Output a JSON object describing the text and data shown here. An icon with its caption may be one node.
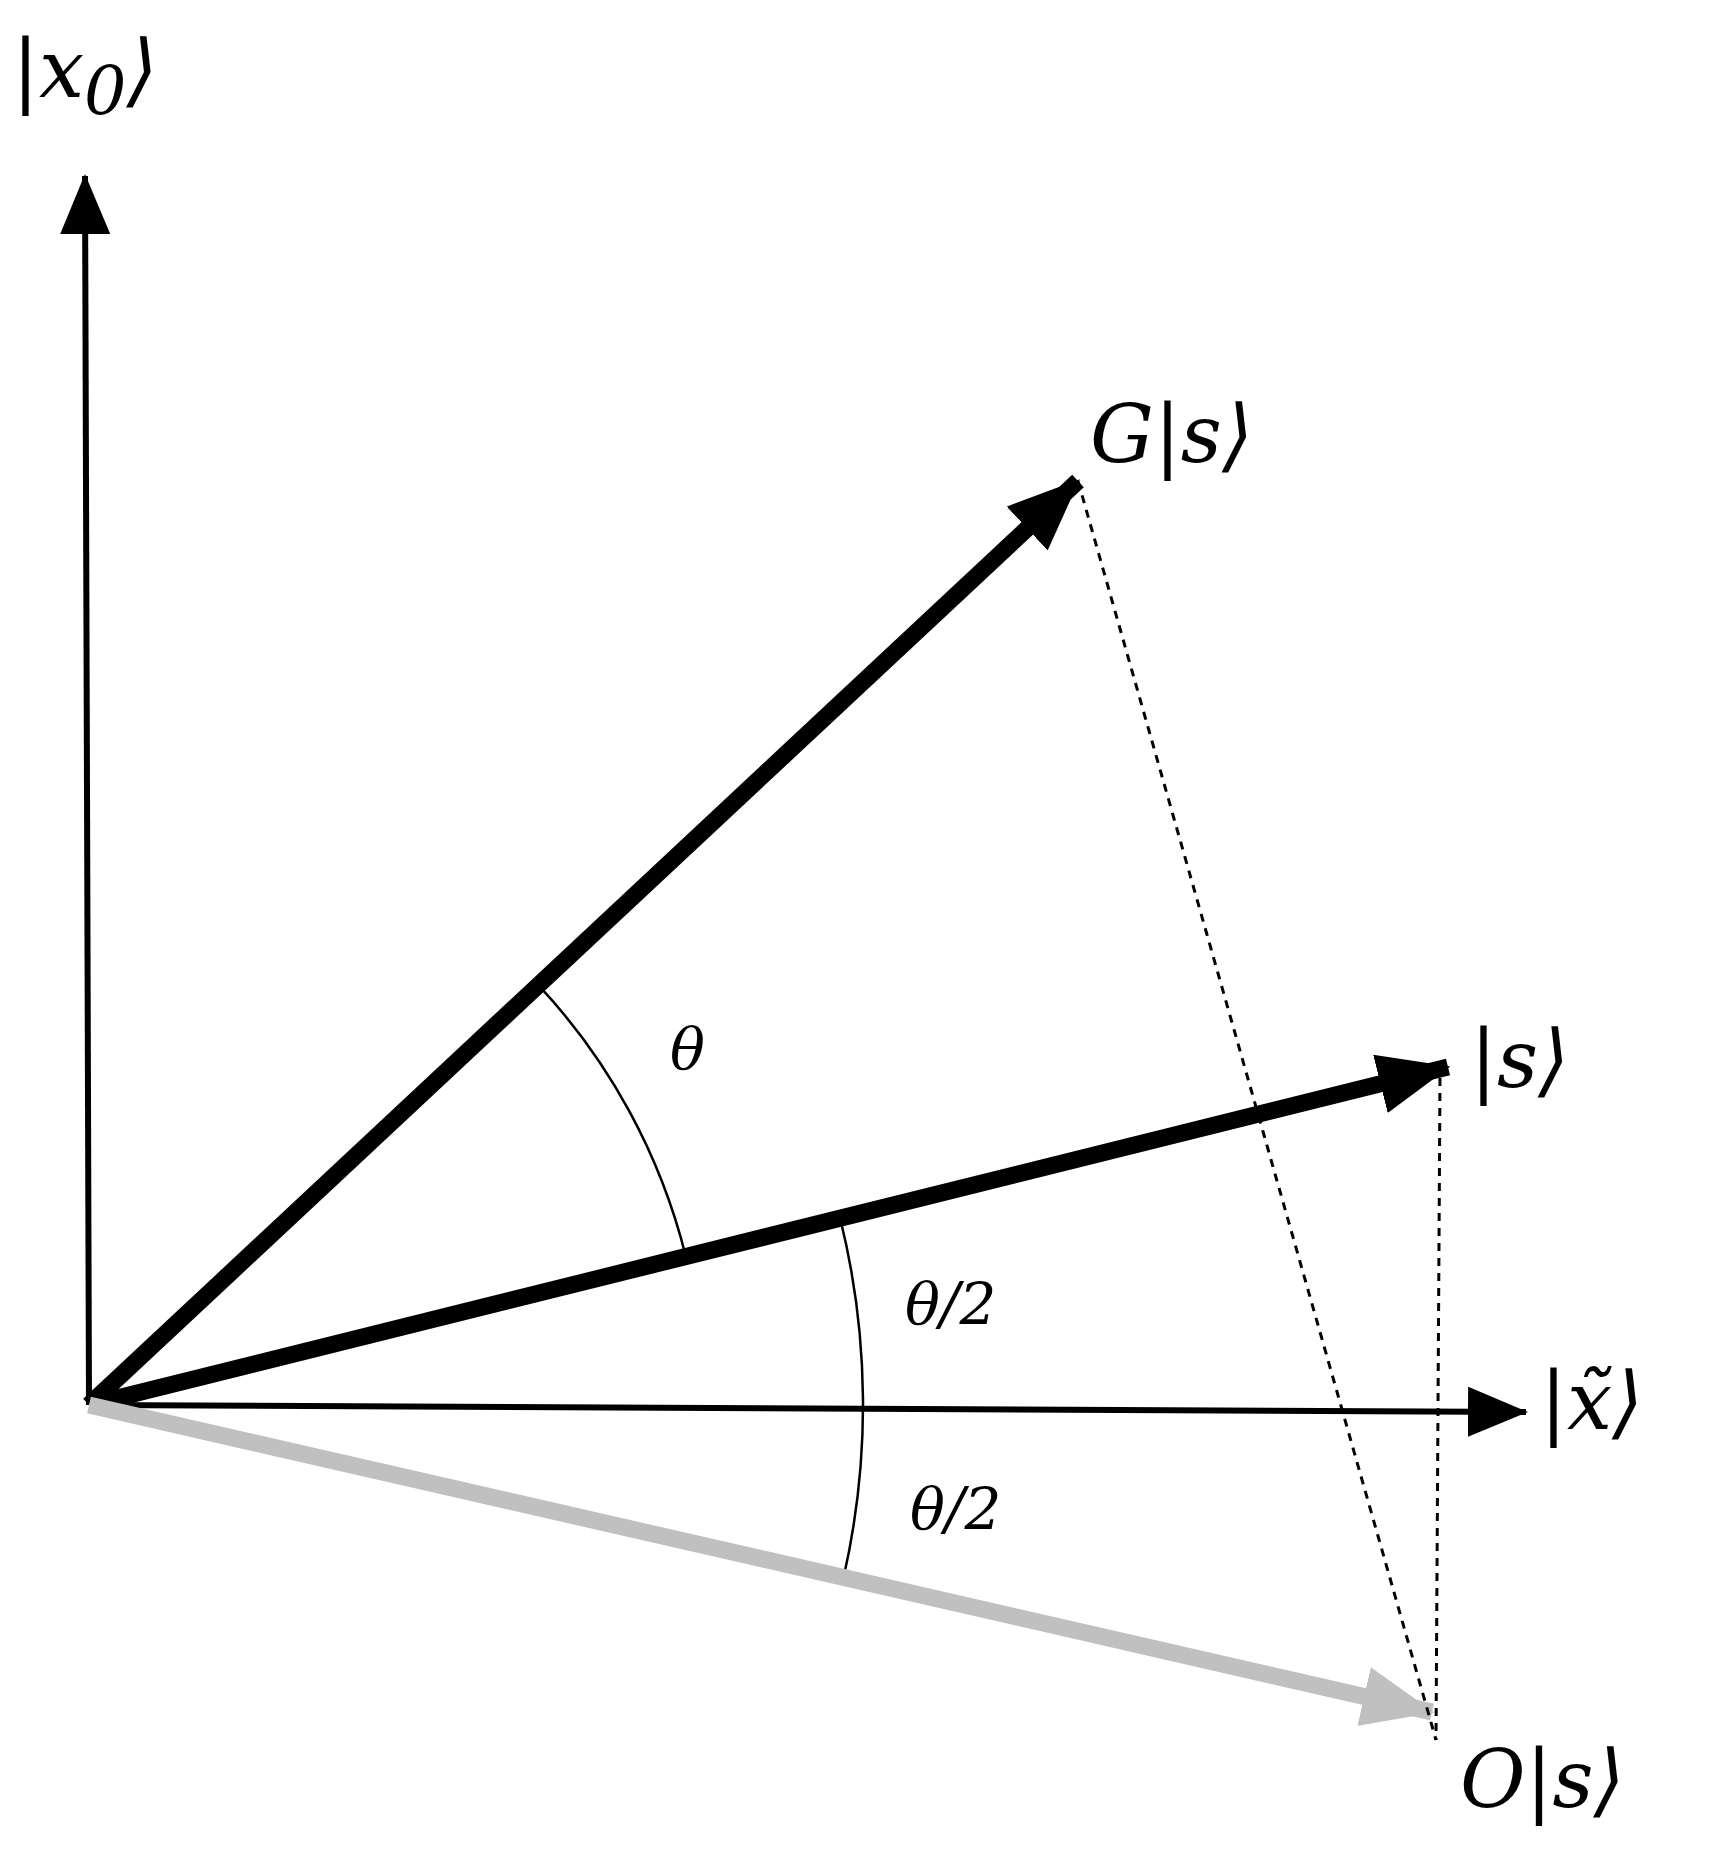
{
  "diagram": {
    "nodes": [
      {
        "text": [
          "|x$_{0}$⟩"
        ]
      },
      {
        "text": [
          "G|s⟩"
        ]
      },
      {
        "text": [
          "|s⟩"
        ]
      },
      {
        "text": [
          "|x̃⟩"
        ]
      },
      {
        "text": [
          "O|s⟩"
        ]
      }
    ],
    "edges": [
      {
        "from": null,
        "to": 0,
        "arrow": "to"
      },
      {
        "from": null,
        "to": 1,
        "arrow": "to",
        "style": "thick"
      },
      {
        "from": null,
        "to": 2,
        "arrow": "to",
        "style": "thick"
      },
      {
        "from": null,
        "to": 3,
        "arrow": "to"
      },
      {
        "from": null,
        "to": 4,
        "arrow": "to",
        "style": "thick",
        "color": "#c0c0c0"
      },
      {
        "from": 1,
        "to": 4,
        "arrow": "none",
        "style": "dashed"
      },
      {
        "from": 2,
        "to": 4,
        "arrow": "none",
        "style": "dashed"
      }
    ],
    "labels": [
      "θ",
      "θ/2",
      "θ/2"
    ]
  }
}
